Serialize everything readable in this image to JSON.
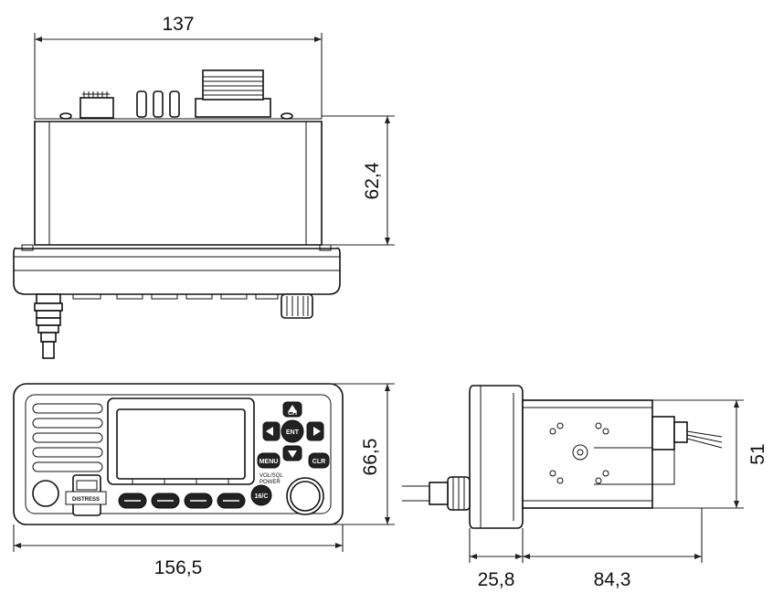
{
  "dimensions": {
    "top_width": "137",
    "top_height": "62,4",
    "front_width": "156,5",
    "front_height": "66,5",
    "side_height": "51",
    "side_front_depth": "25,8",
    "side_body_depth": "84,3"
  },
  "panel": {
    "distress_label": "DISTRESS",
    "ent_label": "ENT",
    "clr_label": "CLR",
    "menu_label": "MENU",
    "ch16_label": "16/C",
    "vol_label": "VOL/SQL",
    "power_label": "POWER"
  },
  "colors": {
    "line": "#111111",
    "button_fill": "#222222"
  }
}
